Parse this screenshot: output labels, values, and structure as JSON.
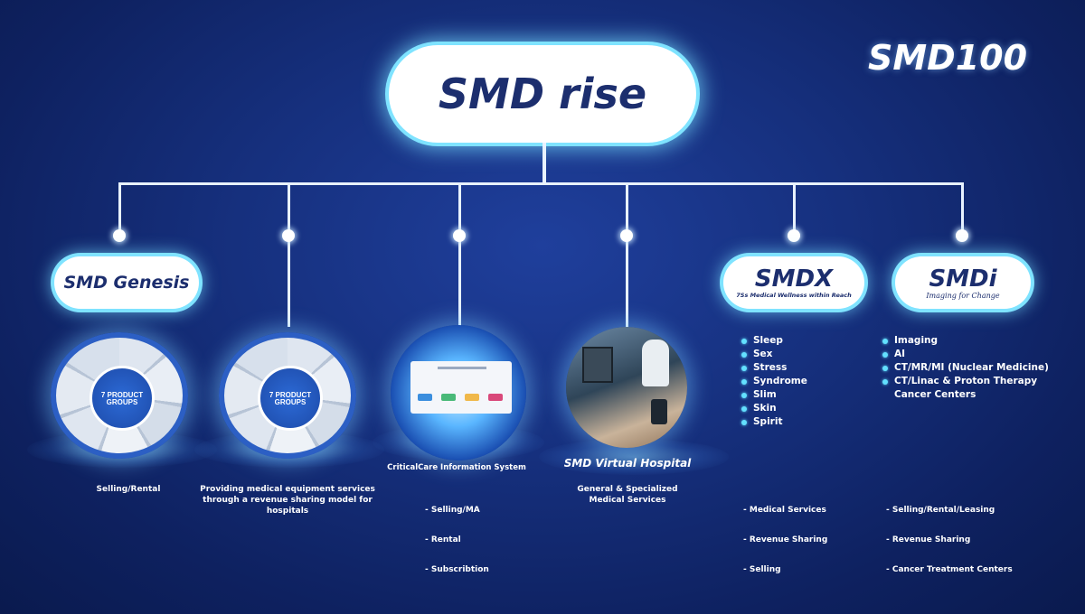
{
  "brand": "SMD100",
  "root": {
    "title": "SMD rise"
  },
  "branches": [
    {
      "id": "genesis",
      "label": "SMD Genesis",
      "graphic_caption": "7 PRODUCT GROUPS",
      "description": "Selling/Rental"
    },
    {
      "id": "revenue-sharing",
      "graphic_caption": "7 PRODUCT GROUPS",
      "description_lines": [
        "Providing medical equipment services",
        "through a revenue sharing model for hospitals"
      ]
    },
    {
      "id": "criticalcare",
      "graphic_caption": "CriticalCare Information System",
      "bullets": [
        "- Selling/MA",
        "- Rental",
        "- Subscribtion"
      ]
    },
    {
      "id": "virtual-hospital",
      "graphic_caption": "SMD Virtual Hospital",
      "description_lines": [
        "General & Specialized",
        "Medical Services"
      ]
    },
    {
      "id": "smdx",
      "label": "SMDX",
      "tagline": "7Ss Medical Wellness within Reach",
      "list": [
        "Sleep",
        "Sex",
        "Stress",
        "Syndrome",
        "Slim",
        "Skin",
        "Spirit"
      ],
      "bullets": [
        "- Medical Services",
        "- Revenue Sharing",
        "- Selling"
      ]
    },
    {
      "id": "smdi",
      "label": "SMDi",
      "tagline": "Imaging for Change",
      "list": [
        "Imaging",
        "AI",
        "CT/MR/MI (Nuclear Medicine)",
        "CT/Linac & Proton Therapy"
      ],
      "list_continuation": "Cancer Centers",
      "bullets": [
        "- Selling/Rental/Leasing",
        "- Revenue Sharing",
        "- Cancer Treatment Centers"
      ]
    }
  ],
  "colors": {
    "background": "#16307e",
    "pill_glow": "#7fe3ff",
    "pill_text": "#1c2e6e",
    "bullet_dot": "#63e0ff"
  }
}
